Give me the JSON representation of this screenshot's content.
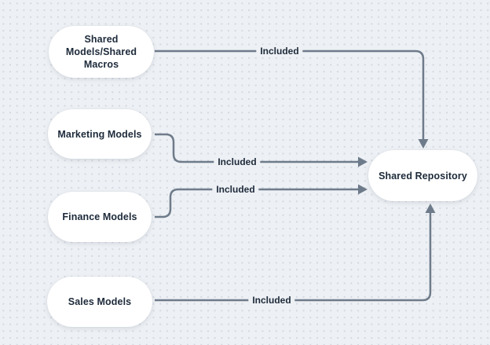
{
  "diagram": {
    "nodes": [
      {
        "id": "shared-models-shared-macros",
        "label": "Shared Models/Shared Macros",
        "lines": [
          "Shared",
          "Models/Shared",
          "Macros"
        ]
      },
      {
        "id": "marketing-models",
        "label": "Marketing Models"
      },
      {
        "id": "finance-models",
        "label": "Finance Models"
      },
      {
        "id": "sales-models",
        "label": "Sales Models"
      },
      {
        "id": "shared-repository",
        "label": "Shared Repository"
      }
    ],
    "edges": [
      {
        "from": "Shared Models/Shared Macros",
        "to": "Shared Repository",
        "label": "Included",
        "enters": "top"
      },
      {
        "from": "Marketing Models",
        "to": "Shared Repository",
        "label": "Included",
        "enters": "left"
      },
      {
        "from": "Finance Models",
        "to": "Shared Repository",
        "label": "Included",
        "enters": "left"
      },
      {
        "from": "Sales Models",
        "to": "Shared Repository",
        "label": "Included",
        "enters": "bottom"
      }
    ]
  },
  "colors": {
    "background": "#edf0f4",
    "dot": "#d2d8e0",
    "node_fill": "#ffffff",
    "text": "#1d2a3a",
    "connector": "#6e7b8a"
  }
}
